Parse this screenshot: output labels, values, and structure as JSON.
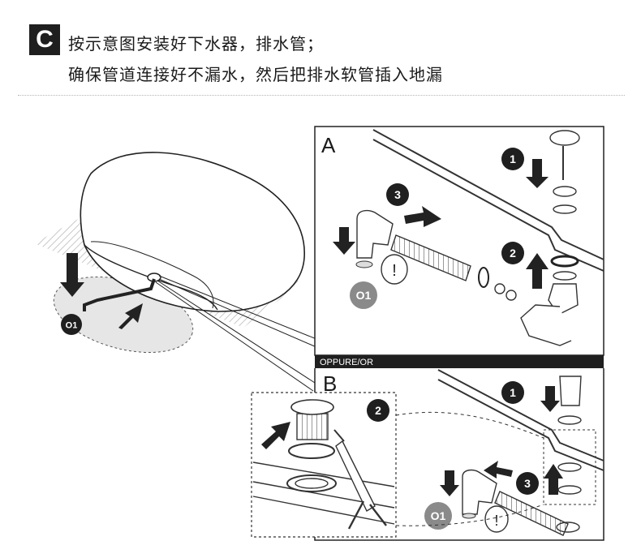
{
  "step": {
    "letter": "C",
    "line1": "按示意图安装好下水器，排水管；",
    "line2": "确保管道连接好不漏水，然后把排水软管插入地漏"
  },
  "diagram": {
    "panel_a_label": "A",
    "panel_b_label": "B",
    "separator_text": "OPPURE/OR",
    "marker_o1": "O1",
    "step_numbers": [
      "1",
      "2",
      "3"
    ],
    "warning_symbol": "!"
  },
  "colors": {
    "badge": "#1f1f1f",
    "callout_dark": "#1f1f1f",
    "callout_grey": "#8a8a8a",
    "floor_hatch": "#c8c8c8"
  }
}
